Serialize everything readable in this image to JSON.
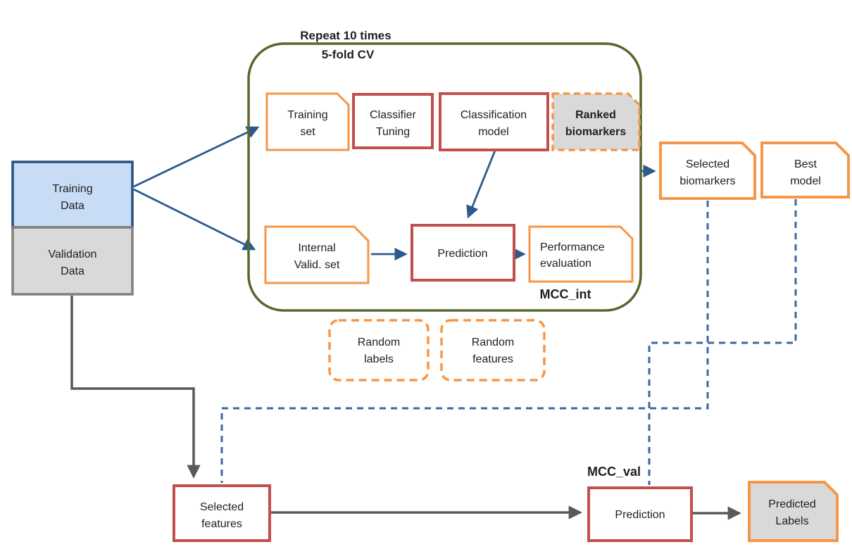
{
  "diagram": {
    "titles": {
      "repeat": "Repeat 10 times",
      "cv": "5-fold CV",
      "mcc_int": "MCC_int",
      "mcc_val": "MCC_val"
    },
    "nodes": {
      "training_data": {
        "line1": "Training",
        "line2": "Data"
      },
      "validation_data": {
        "line1": "Validation",
        "line2": "Data"
      },
      "training_set": {
        "line1": "Training",
        "line2": "set"
      },
      "classifier_tuning": {
        "line1": "Classifier",
        "line2": "Tuning"
      },
      "classification_model": {
        "line1": "Classification",
        "line2": "model"
      },
      "ranked_biomarkers": {
        "line1": "Ranked",
        "line2": "biomarkers"
      },
      "internal_valid_set": {
        "line1": "Internal",
        "line2": "Valid. set"
      },
      "prediction_internal": {
        "line1": "Prediction"
      },
      "performance_evaluation": {
        "line1": "Performance",
        "line2": "evaluation"
      },
      "selected_biomarkers": {
        "line1": "Selected",
        "line2": "biomarkers"
      },
      "best_model": {
        "line1": "Best",
        "line2": "model"
      },
      "random_labels": {
        "line1": "Random",
        "line2": "labels"
      },
      "random_features": {
        "line1": "Random",
        "line2": "features"
      },
      "selected_features": {
        "line1": "Selected",
        "line2": "features"
      },
      "prediction_validation": {
        "line1": "Prediction"
      },
      "predicted_labels": {
        "line1": "Predicted",
        "line2": "Labels"
      }
    },
    "colors": {
      "orange": "#F79646",
      "red": "#C0504D",
      "olive_green": "#55682D",
      "blue_fill": "#C9DCF5",
      "blue_border": "#24527E",
      "arrow_blue": "#2B5A8C",
      "dashed_blue": "#3A68A0",
      "gray_fill": "#D9D9D9",
      "gray_border": "#7F7F7F",
      "arrow_gray": "#595959",
      "text": "#1F1F1F"
    }
  }
}
